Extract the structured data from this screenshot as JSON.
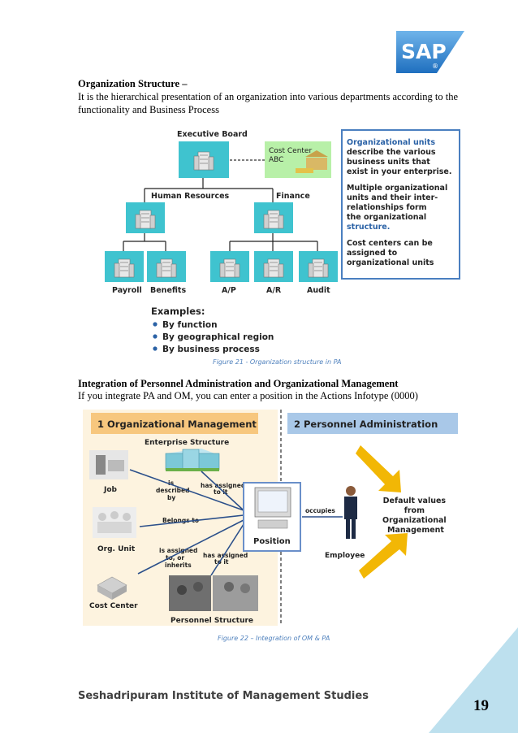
{
  "header": {
    "logo_text": "SAP",
    "logo_mark": "®"
  },
  "section1": {
    "heading": "Organization Structure –",
    "body": "It is the hierarchical presentation of an organization into various departments according to the functionality and Business Process"
  },
  "figure1": {
    "executive_board": "Executive Board",
    "cost_center_1": "Cost Center",
    "cost_center_2": "ABC",
    "human_resources": "Human Resources",
    "finance": "Finance",
    "payroll": "Payroll",
    "benefits": "Benefits",
    "ap": "A/P",
    "ar": "A/R",
    "audit": "Audit",
    "side_text": [
      "Organizational units",
      "describe the various",
      "business units that",
      "exist in your enterprise.",
      "Multiple organizational",
      "units and their inter-",
      "relationships form",
      "the organizational",
      "structure.",
      "Cost centers can be",
      "assigned to",
      "organizational units"
    ],
    "examples_title": "Examples:",
    "examples": [
      "By function",
      "By geographical region",
      "By business process"
    ],
    "caption": "Figure 21 - Organization structure in PA"
  },
  "section2": {
    "heading": "Integration of Personnel Administration and Organizational Management",
    "body": "If you integrate PA and OM, you can enter a position in the Actions Infotype (0000)"
  },
  "figure2": {
    "om_title": "1 Organizational Management",
    "pa_title": "2 Personnel Administration",
    "enterprise_structure": "Enterprise Structure",
    "job": "Job",
    "is_described_by_1": "is",
    "is_described_by_2": "described",
    "is_described_by_3": "by",
    "has_assigned_1": "has assigned",
    "has_assigned_2": "to it",
    "belongs_to": "Belongs to",
    "org_unit": "Org. Unit",
    "is_assigned_1": "is assigned",
    "is_assigned_2": "to, or",
    "is_assigned_3": "inherits",
    "has_assigned_b1": "has assigned",
    "has_assigned_b2": "to it",
    "cost_center": "Cost Center",
    "personnel_structure": "Personnel Structure",
    "position": "Position",
    "occupies": "occupies",
    "employee": "Employee",
    "default_1": "Default values",
    "default_2": "from",
    "default_3": "Organizational",
    "default_4": "Management",
    "caption": "Figure 22 – Integration of OM & PA"
  },
  "footer": {
    "institute": "Seshadripuram Institute of Management Studies",
    "page_number": "19"
  }
}
